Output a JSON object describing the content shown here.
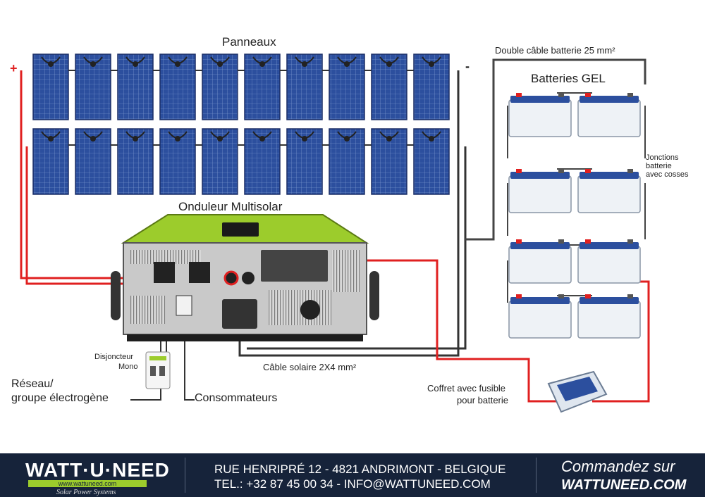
{
  "labels": {
    "panels": "Panneaux",
    "double_cable": "Double câble batterie 25 mm²",
    "batteries": "Batteries GEL",
    "junctions_1": "Jonctions",
    "junctions_2": "batterie",
    "junctions_3": "avec cosses",
    "inverter": "Onduleur Multisolar",
    "breaker_1": "Disjoncteur",
    "breaker_2": "Mono",
    "grid_1": "Réseau/",
    "grid_2": "groupe électrogène",
    "consumers": "Consommateurs",
    "solar_cable": "Câble solaire 2X4 mm²",
    "fuse_box_1": "Coffret avec fusible",
    "fuse_box_2": "pour batterie",
    "plus": "+",
    "minus": "-"
  },
  "panels": {
    "rows": 2,
    "per_row": 10
  },
  "batteries": {
    "rows": 4,
    "per_row": 2
  },
  "footer": {
    "logo": "WATT·U·NEED",
    "logo_url": "www.wattuneed.com",
    "logo_tagline": "Solar Power Systems",
    "address": "RUE HENRIPRÉ 12 - 4821 ANDRIMONT - BELGIQUE",
    "contact": "TEL.: +32 87 45 00 34 - INFO@WATTUNEED.COM",
    "cta_line1": "Commandez sur",
    "cta_line2": "WATTUNEED.COM"
  },
  "colors": {
    "panel": "#2c4f9e",
    "inverter_top": "#9ccc2c",
    "wire_red": "#e02020",
    "wire_black": "#333333",
    "footer_bg": "#16233a"
  }
}
